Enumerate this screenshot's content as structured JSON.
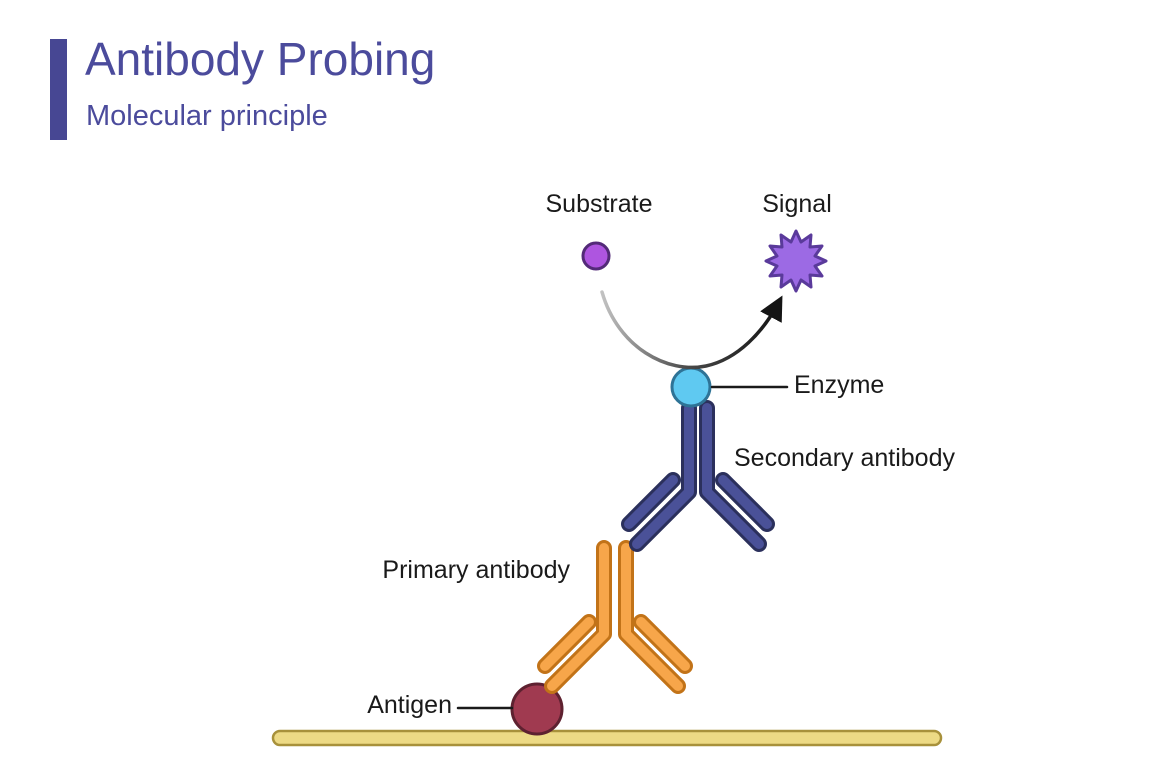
{
  "title": {
    "heading": "Antibody Probing",
    "subheading": "Molecular principle"
  },
  "labels": {
    "substrate": "Substrate",
    "signal": "Signal",
    "enzyme": "Enzyme",
    "secondary_antibody": "Secondary antibody",
    "primary_antibody": "Primary antibody",
    "antigen": "Antigen"
  },
  "colors": {
    "title_accent": "#4a4a97",
    "label_text": "#1a1a1a",
    "substrate_fill": "#ae55e0",
    "substrate_stroke": "#532a78",
    "signal_fill": "#9c6ae4",
    "signal_stroke": "#5a3a9b",
    "enzyme_fill": "#5fc9f1",
    "enzyme_stroke": "#2e7396",
    "secondary_antibody_fill": "#4a5198",
    "secondary_antibody_outline": "#2b305c",
    "primary_antibody_fill": "#f7a64a",
    "primary_antibody_outline": "#c27318",
    "antigen_fill": "#a03a50",
    "antigen_stroke": "#5e2130",
    "membrane_fill": "#edda85",
    "membrane_stroke": "#a8913b",
    "arrow_light": "#c2c2c2",
    "arrow_mid": "#4a4a4a",
    "arrow_dark": "#151515"
  }
}
